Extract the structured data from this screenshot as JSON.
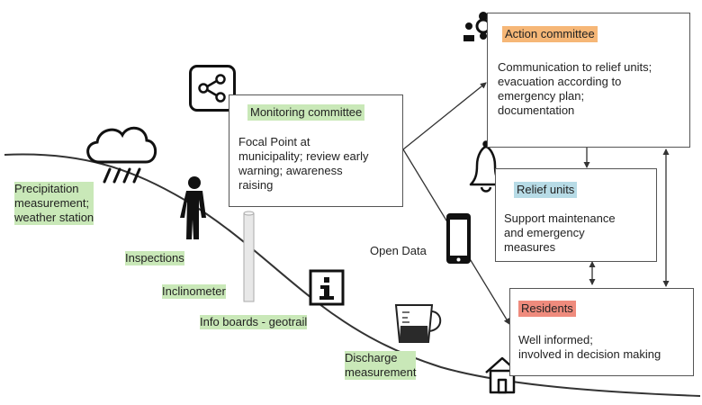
{
  "labels": {
    "precipitation": "Precipitation\nmeasurement;\nweather station",
    "inspections": "Inspections",
    "inclinometer": "Inclinometer",
    "info_boards": "Info boards - geotrail",
    "discharge": "Discharge\nmeasurement",
    "open_data": "Open Data"
  },
  "boxes": {
    "monitoring": {
      "title": "Monitoring committee",
      "body": "Focal Point at\nmunicipality; review early\nwarning; awareness\nraising"
    },
    "action": {
      "title": "Action committee",
      "body": "Communication to relief units;\nevacuation according to\nemergency plan;\ndocumentation"
    },
    "relief": {
      "title": "Relief units",
      "body": "Support maintenance\nand emergency\nmeasures"
    },
    "residents": {
      "title": "Residents",
      "body": "Well informed;\ninvolved in decision making"
    }
  },
  "icons": {
    "share": "share-icon",
    "cloud": "rain-cloud-icon",
    "person": "person-icon",
    "inclinometer": "inclinometer-pipe-icon",
    "info": "info-icon",
    "beaker": "measuring-jug-icon",
    "house": "house-icon",
    "phone": "smartphone-icon",
    "bell": "bell-icon",
    "group": "group-icon"
  },
  "colors": {
    "green_highlight": "#c9e8b8",
    "orange_highlight": "#f6b777",
    "blue_highlight": "#b7dbe6",
    "red_highlight": "#ef8b7d"
  }
}
